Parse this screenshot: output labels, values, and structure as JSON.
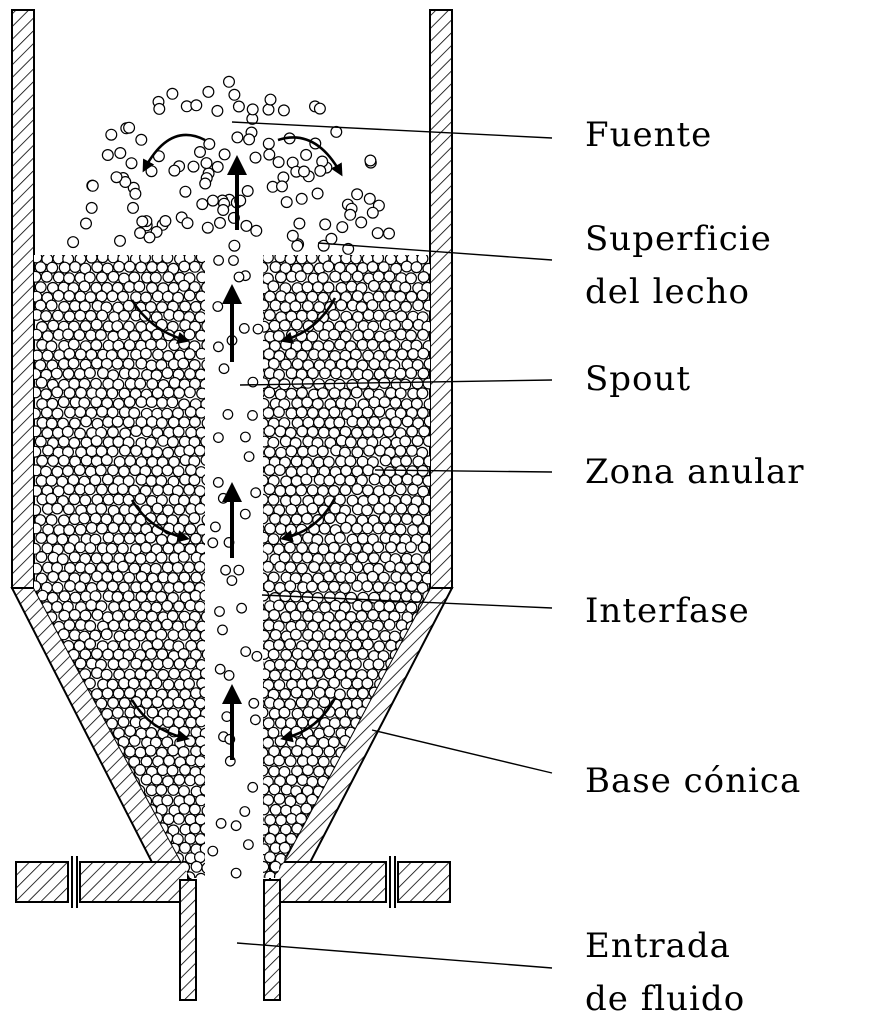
{
  "labels": {
    "fuente": "Fuente",
    "superficie_1": "Superficie",
    "superficie_2": "del lecho",
    "spout": "Spout",
    "zona_anular": "Zona anular",
    "interfase": "Interfase",
    "base_conica": "Base cónica",
    "entrada_1": "Entrada",
    "entrada_2": "de fluido"
  },
  "colors": {
    "ink": "#000000",
    "background": "#ffffff"
  }
}
